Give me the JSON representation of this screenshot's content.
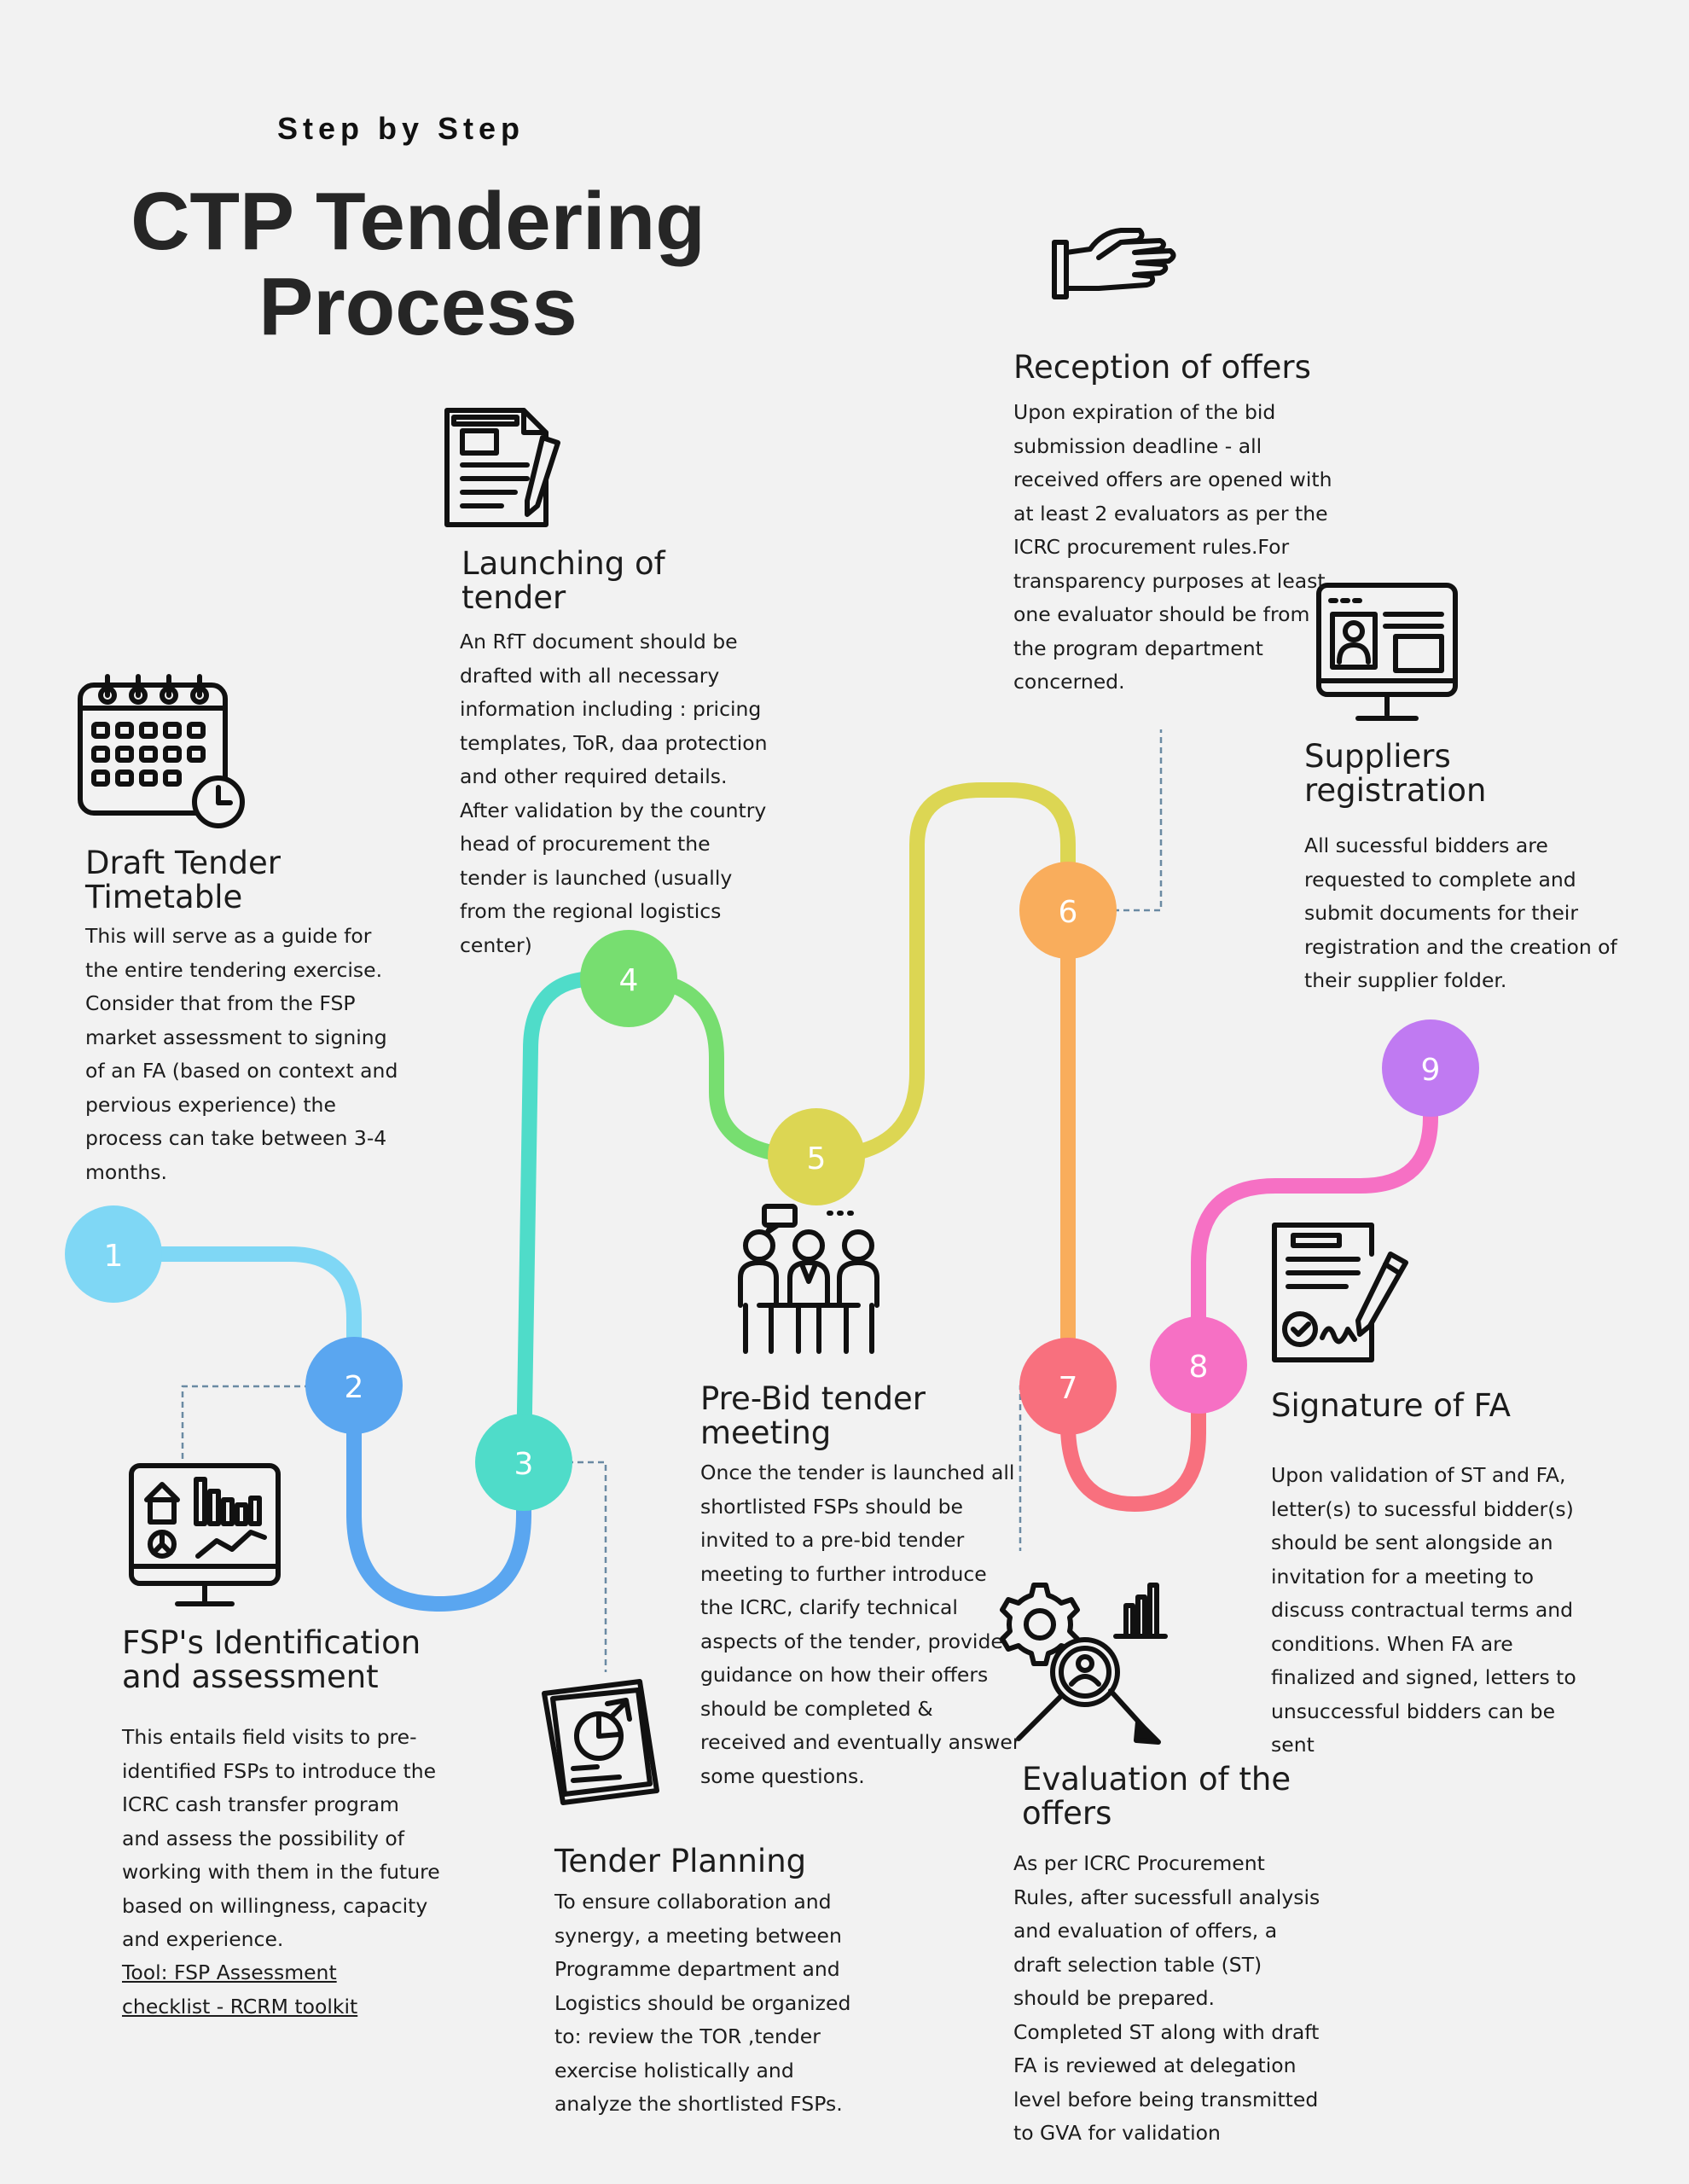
{
  "header": {
    "kicker": "Step by Step",
    "title": "CTP Tendering\nProcess"
  },
  "colors": {
    "background": "#f2f2f2",
    "step1": "#7fd7f5",
    "step2": "#5aa6f0",
    "step3": "#4fdcc9",
    "step4": "#77de70",
    "step5": "#dcd653",
    "step6": "#f9ad5c",
    "step7": "#f8707e",
    "step8": "#f670c4",
    "step9": "#c07af2",
    "connector": "#6a8aa3"
  },
  "steps": [
    {
      "num": "1",
      "title": "Draft Tender\nTimetable",
      "icon": "calendar-clock-icon",
      "body": "This will serve as a guide for\nthe entire tendering exercise.\nConsider that from the FSP\nmarket assessment to signing\nof an FA (based on context and\npervious experience) the\nprocess can take between 3-4\nmonths."
    },
    {
      "num": "2",
      "title": "FSP's Identification\nand assessment",
      "icon": "analytics-monitor-icon",
      "body": "This entails field visits to pre-\nidentified FSPs to introduce the\nICRC cash transfer program\nand assess the possibility of\nworking with them in the future\nbased on willingness, capacity\nand experience.",
      "link": "Tool: FSP Assessment\nchecklist - RCRM toolkit"
    },
    {
      "num": "3",
      "title": "Tender Planning",
      "icon": "report-documents-icon",
      "body": "To ensure collaboration and\nsynergy, a meeting between\nProgramme department and\nLogistics should be organized\nto: review the TOR ,tender\nexercise holistically and\nanalyze the shortlisted FSPs."
    },
    {
      "num": "4",
      "title": "Launching of\ntender",
      "icon": "document-pen-icon",
      "body": "An RfT document should be\ndrafted with all necessary\ninformation including : pricing\ntemplates, ToR, daa protection\nand other required details.\nAfter validation by the country\nhead of procurement the\ntender is launched (usually\nfrom the regional logistics\ncenter)"
    },
    {
      "num": "5",
      "title": "Pre-Bid tender\nmeeting",
      "icon": "meeting-people-icon",
      "body": "Once the tender is launched all\nshortlisted FSPs should be\ninvited to a pre-bid tender\nmeeting to further introduce\nthe ICRC, clarify technical\naspects of the tender, provide\nguidance on how their offers\nshould be completed &\nreceived and eventually answer\nsome questions."
    },
    {
      "num": "6",
      "title": "Reception of offers",
      "icon": "hand-receive-icon",
      "body": "Upon expiration of the bid\nsubmission deadline - all\nreceived offers are opened with\nat least 2 evaluators as per the\nICRC procurement rules.For\ntransparency purposes at least\none evaluator should be from\nthe program department\nconcerned."
    },
    {
      "num": "7",
      "title": "Evaluation of the\noffers",
      "icon": "gear-magnifier-analysis-icon",
      "body": "As per ICRC Procurement\nRules, after sucessfull analysis\nand evaluation of offers, a\ndraft selection table (ST)\nshould be prepared.\nCompleted ST along with draft\nFA is reviewed at delegation\nlevel before being transmitted\nto GVA for validation"
    },
    {
      "num": "8",
      "title": "Signature of FA",
      "icon": "contract-signature-icon",
      "body": "Upon validation of ST and FA,\nletter(s) to sucessful bidder(s)\nshould be sent alongside an\ninvitation for a meeting to\ndiscuss contractual terms and\nconditions. When FA are\nfinalized and signed, letters to\nunsuccessful bidders can be\nsent"
    },
    {
      "num": "9",
      "title": "Suppliers\nregistration",
      "icon": "monitor-profile-icon",
      "body": "All sucessful bidders are\nrequested to complete and\nsubmit documents for their\nregistration and the creation of\ntheir supplier folder."
    }
  ]
}
